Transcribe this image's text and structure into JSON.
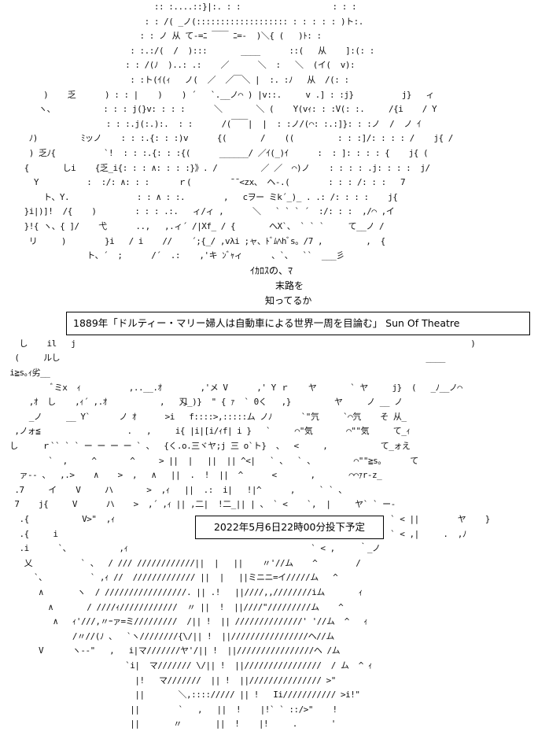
{
  "title_caption": "1889年「ドルティー・マリー婦人は自動車による世界一周を目論む」 Sun Of Theatre",
  "release_caption": "2022年5月6日22時00分投下予定",
  "speech": {
    "line1": "ｲｶﾛｽの、ﾏ",
    "line2": "末路を",
    "line3": "知ってるか"
  },
  "art_lines": [
    "                                :: :....::}|:. : :                   : : :",
    "                              : : /( _ノ(::::::::::::::::::: : : : : : )ト:.",
    "                             : : ノ 从 て-=ﾆ ￣￣ ﾆ=-  )＼{ (   )ﾄ: :",
    "                           : :.:/(  /  ):::       ____      ::(   从    ]:(: :",
    "                          : : /(ﾉ  )..: .:    ／      ＼  :   ＼  (イ(  v):",
    "                           : :ト(ｲ(ｨ   ノ(  ／  ／￣＼ |  :. :ﾉ   从  /(: :",
    "         )    乏      ) : : |    )    ) ´   `.__ノ⌒ ) |v::.     v .] : :j}          j}   ィ",
    "        ヽ、          : : : j(}v: : : :      ＼       ＼ (    Y(vｨ: : :V(: :.     /{i    / Y",
    "                      : : :.j(:.):.  : :      /(￣￣|  |  : :ノ/(⌒: :.:]}: : :ノ  /  ノ ｲ",
    "      ﾉ)         ﾐッノ    : : :.{: : :)v      {(       /    ((         : : :]/: : : : /    j{ /",
    "      ) 乏ﾉ{          `!  : : :.{: : :{(      ______/ ／ｲ(_)ｲ      :  : ]: : : : {    j{ (",
    "     {       しi    {乏_i{: : : ∧: : : :}》. /         ／ ／  ⌒)ノ    : : : : .j: : : :  j/",
    "       Y          :  :/: ∧: : :      ｒ(        ̄ ̄ <zx、 ヘ-.(        : : : /: : :   7",
    "         ト、Y.              : : ∧ : :.        ,   cヲー ミk´_)_ . .: /: : : :    j{",
    "     }i|)]!  /{    )        : : : .:.   ィ/ィ ,      ＼   ` ` ` ´  :/: : :  ,/⌒ ,イ",
    "     }!{ ヽ、{ ]/    弋      ..,   ,.ィ´ /|Xf_ / {       ヘX`、 ` ` `     て__ノ /",
    "      リ     )        }i   / i    //    ´;{_/ ,vλi ;ャ、ﾄﾞﾑﾍhﾞs。/7 ,         ,  {",
    "                  ト、´  ;      /´  .:    ,'キ ﾝﾞｬィ      、`、  ``  ___彡"
  ],
  "colors": {
    "background": "#ffffff",
    "text": "#000000"
  }
}
